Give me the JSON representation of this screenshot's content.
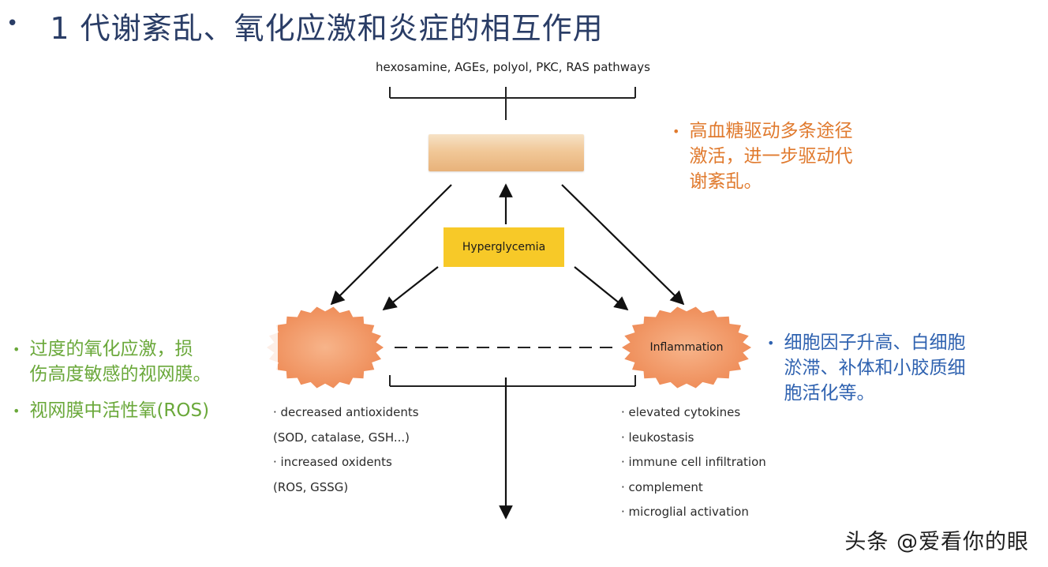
{
  "title": {
    "bullet": "•",
    "text": "1 代谢紊乱、氧化应激和炎症的相互作用"
  },
  "diagram": {
    "pathways_label": "hexosamine, AGEs, polyol, PKC, RAS pathways",
    "center_label": "Hyperglycemia",
    "right_node_label": "Inflammation",
    "left_list": [
      "· decreased antioxidents",
      "(SOD, catalase, GSH...)",
      "· increased oxidents",
      "(ROS, GSSG)"
    ],
    "right_list": [
      "· elevated cytokines",
      "· leukostasis",
      "· immune cell infiltration",
      "· complement",
      "· microglial activation"
    ]
  },
  "notes": {
    "orange": {
      "bullet": "•",
      "lines": [
        "高血糖驱动多条途径",
        "激活，进一步驱动代",
        "谢紊乱。"
      ]
    },
    "green": [
      {
        "bullet": "•",
        "lines": [
          "过度的氧化应激，损",
          "伤高度敏感的视网膜。"
        ]
      },
      {
        "bullet": "•",
        "lines": [
          "视网膜中活性氧(ROS)"
        ]
      }
    ],
    "blue": {
      "bullet": "•",
      "lines": [
        "细胞因子升高、白细胞",
        "淤滞、补体和小胶质细",
        "胞活化等。"
      ]
    }
  },
  "watermark": "头条 @爱看你的眼",
  "colors": {
    "title": "#2a3d66",
    "orange_note": "#e07a2e",
    "green_note": "#6aa83a",
    "blue_note": "#2f62b0",
    "hyperglycemia_box": "#f7c928",
    "burst": "#f29866"
  }
}
